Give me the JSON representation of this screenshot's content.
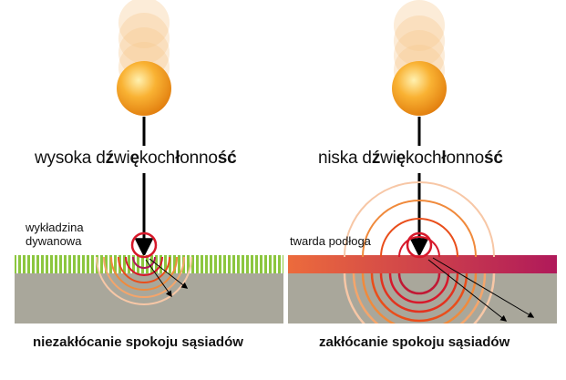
{
  "left_panel": {
    "heading": {
      "prefix": "wysoka d",
      "emph": "ź",
      "rest1": "wi",
      "emph2": "ę",
      "rest2": "koch",
      "emph3": "ł",
      "rest3": "onno",
      "emph4": "ść"
    },
    "floor_label_line1": "wykładzina",
    "floor_label_line2": "dywanowa",
    "caption": "niezakłócanie spokoju sąsiadów"
  },
  "right_panel": {
    "heading": {
      "prefix": "niska d",
      "emph": "ź",
      "rest1": "wi",
      "emph2": "ę",
      "rest2": "koch",
      "emph3": "ł",
      "rest3": "onno",
      "emph4": "ść"
    },
    "floor_label": "twarda podłoga",
    "caption": "zakłócanie spokoju sąsiadów"
  },
  "colors": {
    "ball": "#f7a21c",
    "ball_highlight": "#fff1b0",
    "carpet_green": "#8cc63f",
    "hard_floor_start": "#e8663a",
    "hard_floor_end": "#b0195a",
    "slab": "#a9a79b",
    "impact_ring": "#d7192b",
    "wave_strong": "#e94e1b",
    "wave_light": "#f7c7a6"
  }
}
